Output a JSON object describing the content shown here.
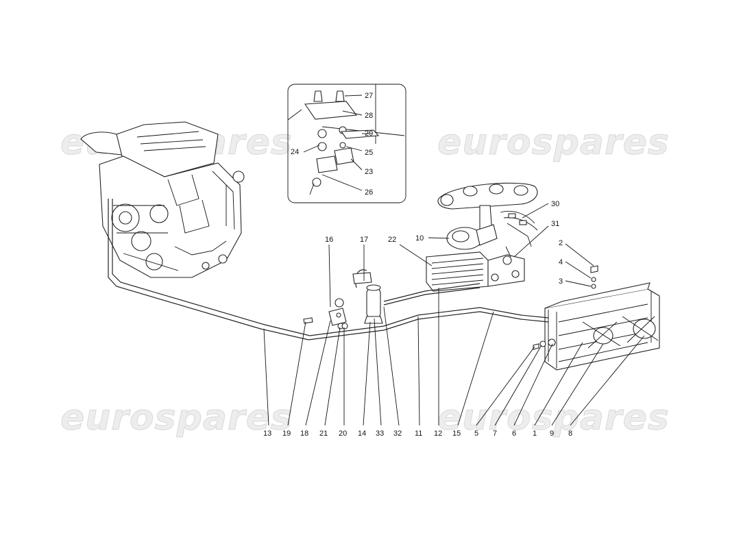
{
  "watermark": "eurospares",
  "callouts": {
    "c1": "1",
    "c2": "2",
    "c3": "3",
    "c4": "4",
    "c5": "5",
    "c6": "6",
    "c7": "7",
    "c8": "8",
    "c9": "9",
    "c10": "10",
    "c11": "11",
    "c12": "12",
    "c13": "13",
    "c14": "14",
    "c15": "15",
    "c16": "16",
    "c17": "17",
    "c18": "18",
    "c19": "19",
    "c20": "20",
    "c21": "21",
    "c22": "22",
    "c23": "23",
    "c24": "24",
    "c25": "25",
    "c26": "26",
    "c27": "27",
    "c28": "28",
    "c29": "29",
    "c30": "30",
    "c31": "31",
    "c32": "32",
    "c33": "33"
  }
}
